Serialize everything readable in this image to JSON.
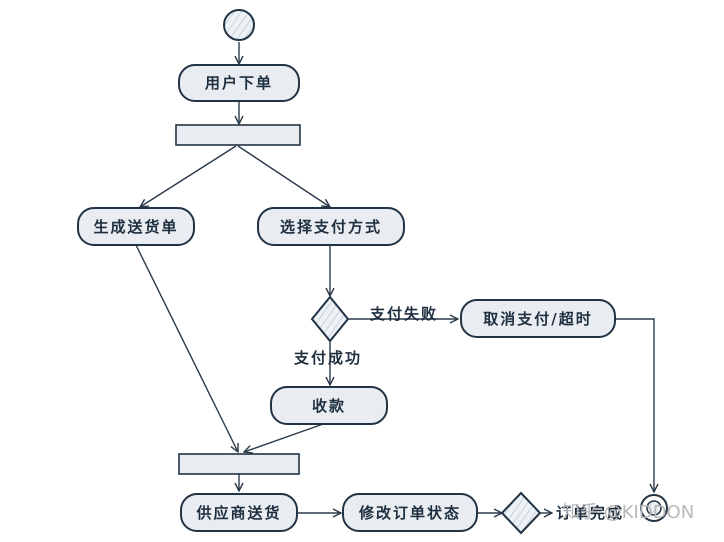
{
  "nodes": {
    "user_order": "用户下单",
    "gen_delivery": "生成送货单",
    "choose_payment": "选择支付方式",
    "cancel_payment": "取消支付/超时",
    "collect_payment": "收款",
    "supplier_delivery": "供应商送货",
    "modify_status": "修改订单状态",
    "order_complete": "订单完成"
  },
  "edges": {
    "pay_fail": "支付失败",
    "pay_success": "支付成功"
  },
  "watermark": "知乎 @KIDDON"
}
